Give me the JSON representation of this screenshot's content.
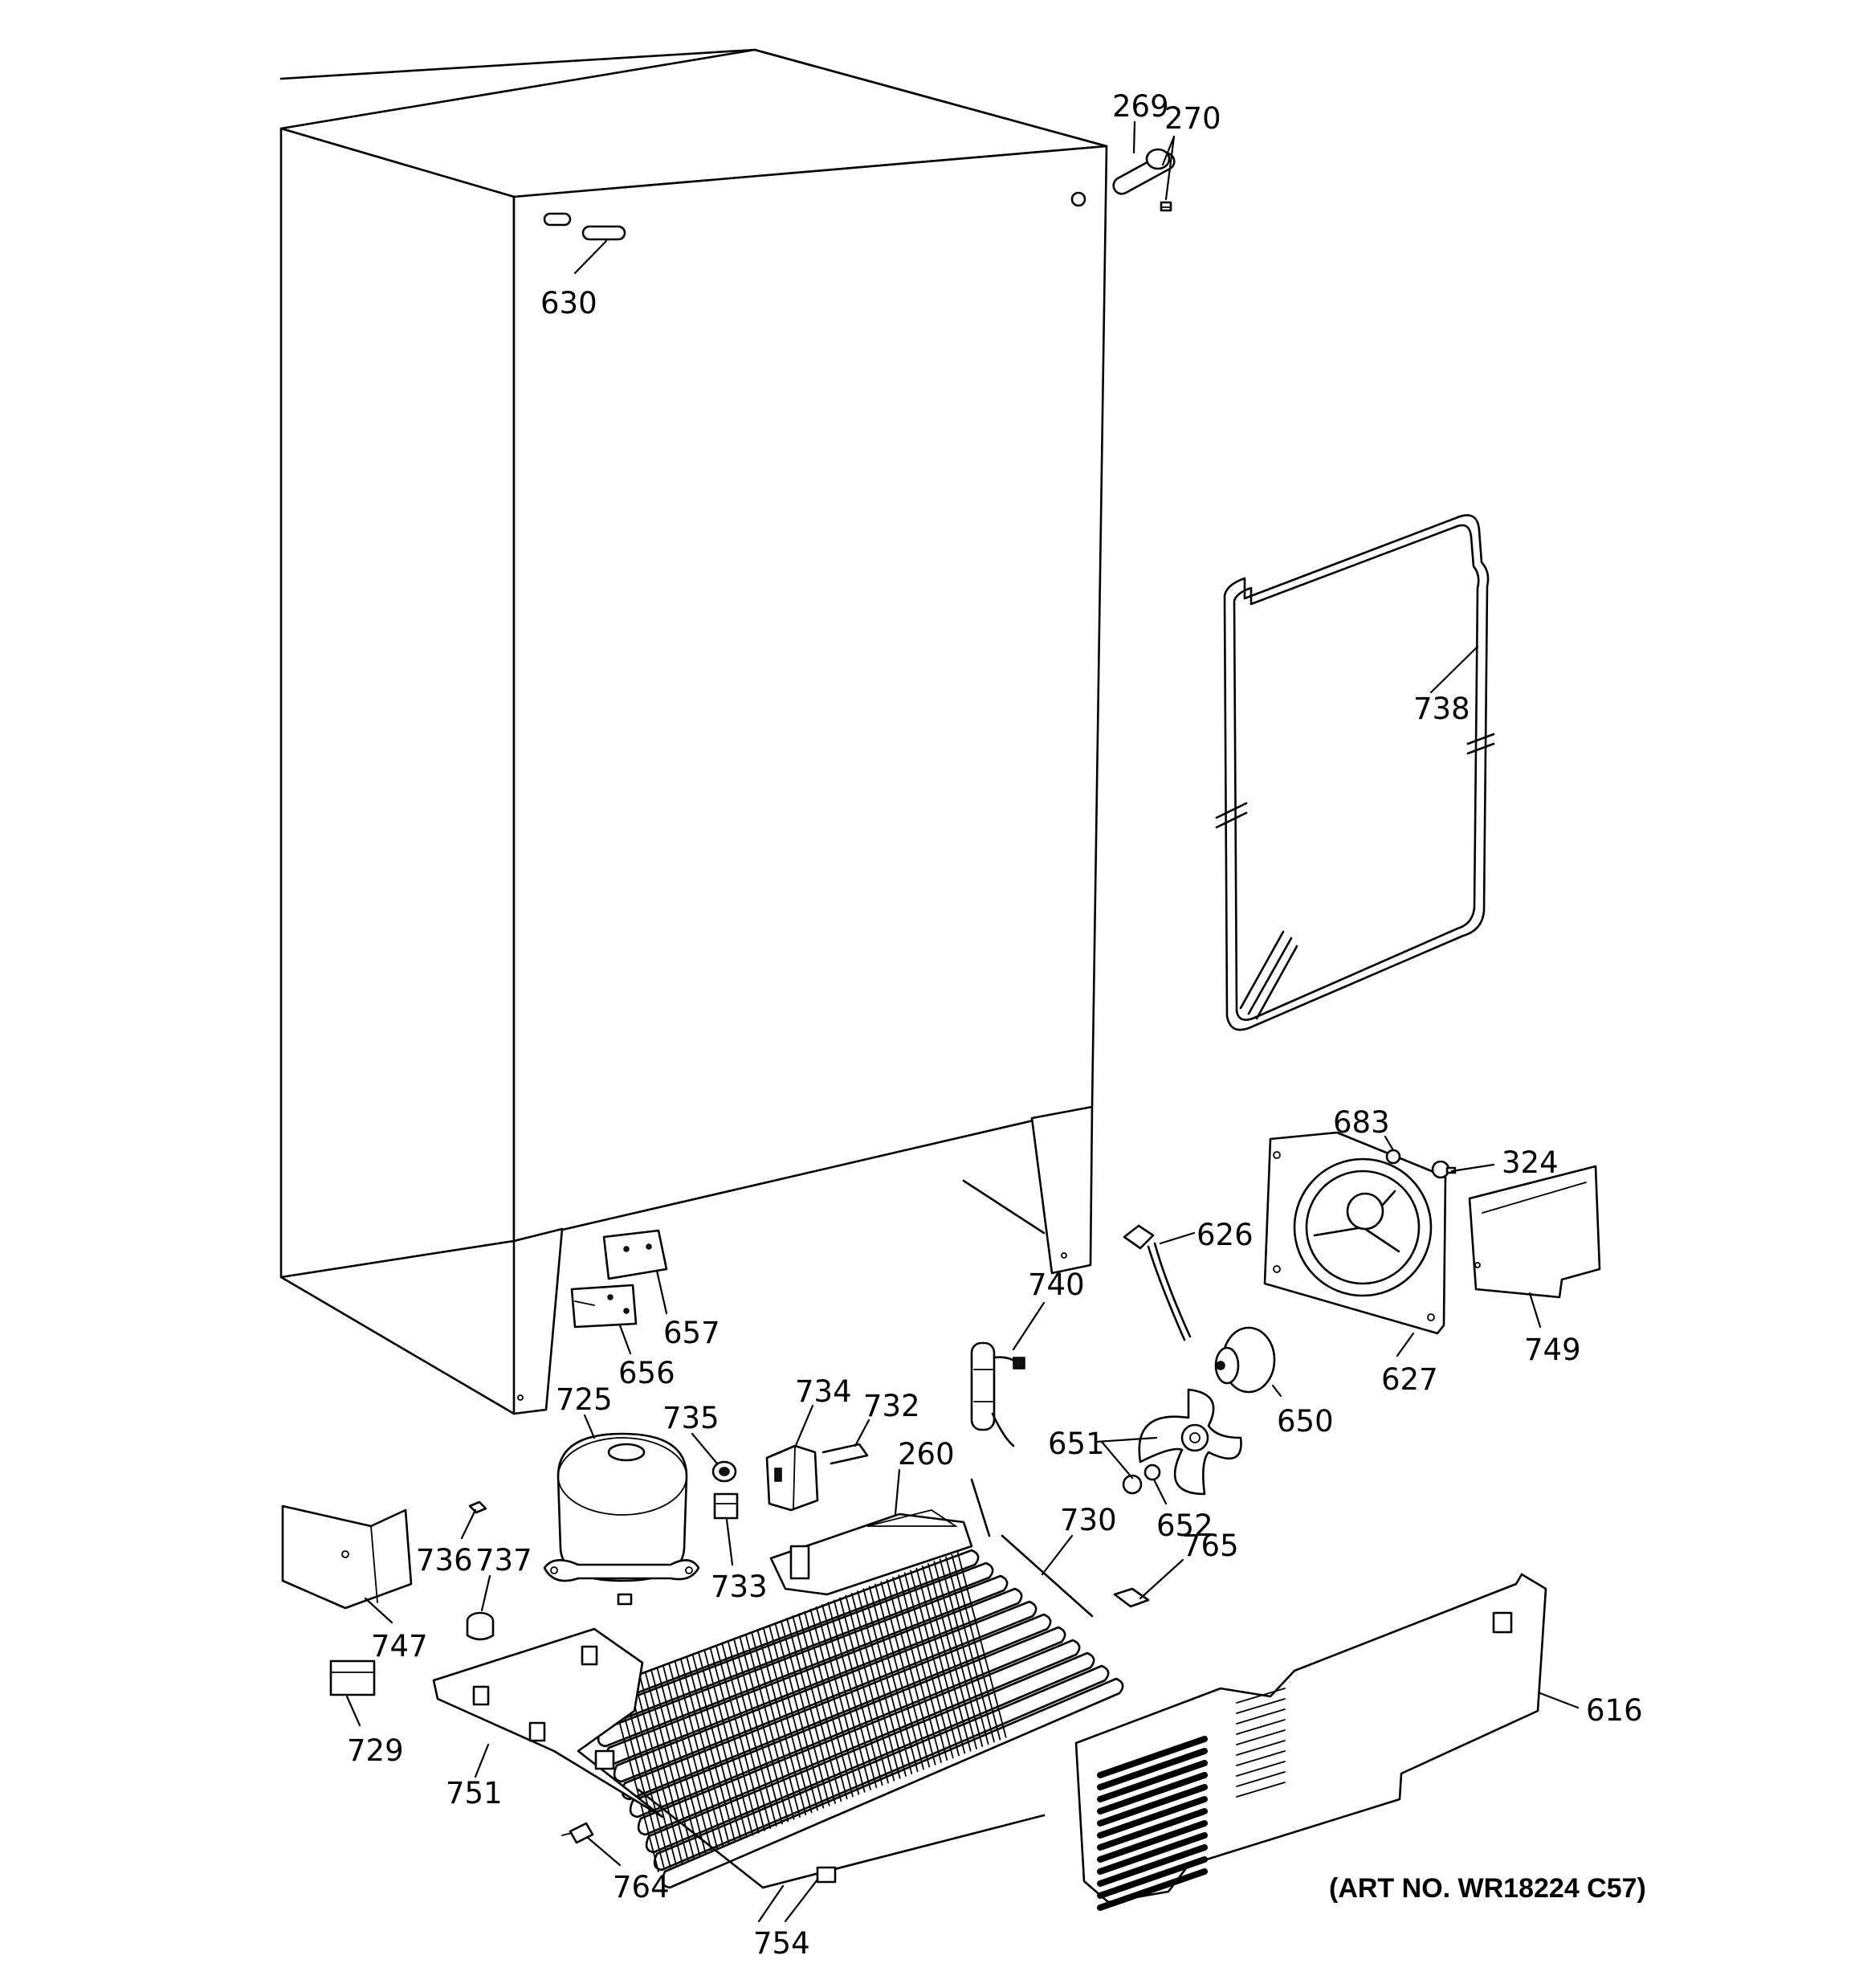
{
  "diagram": {
    "art_number": "(ART NO. WR18224 C57)",
    "callouts": [
      {
        "id": "c269",
        "label": "269"
      },
      {
        "id": "c270",
        "label": "270"
      },
      {
        "id": "c630",
        "label": "630"
      },
      {
        "id": "c738",
        "label": "738"
      },
      {
        "id": "c683",
        "label": "683"
      },
      {
        "id": "c324",
        "label": "324"
      },
      {
        "id": "c626",
        "label": "626"
      },
      {
        "id": "c627",
        "label": "627"
      },
      {
        "id": "c749",
        "label": "749"
      },
      {
        "id": "c740",
        "label": "740"
      },
      {
        "id": "c650",
        "label": "650"
      },
      {
        "id": "c651",
        "label": "651"
      },
      {
        "id": "c652",
        "label": "652"
      },
      {
        "id": "c657",
        "label": "657"
      },
      {
        "id": "c656",
        "label": "656"
      },
      {
        "id": "c725",
        "label": "725"
      },
      {
        "id": "c735",
        "label": "735"
      },
      {
        "id": "c734",
        "label": "734"
      },
      {
        "id": "c732",
        "label": "732"
      },
      {
        "id": "c260",
        "label": "260"
      },
      {
        "id": "c730",
        "label": "730"
      },
      {
        "id": "c765",
        "label": "765"
      },
      {
        "id": "c736",
        "label": "736"
      },
      {
        "id": "c737",
        "label": "737"
      },
      {
        "id": "c733",
        "label": "733"
      },
      {
        "id": "c747",
        "label": "747"
      },
      {
        "id": "c729",
        "label": "729"
      },
      {
        "id": "c751",
        "label": "751"
      },
      {
        "id": "c616",
        "label": "616"
      },
      {
        "id": "c764",
        "label": "764"
      },
      {
        "id": "c754",
        "label": "754"
      }
    ]
  }
}
